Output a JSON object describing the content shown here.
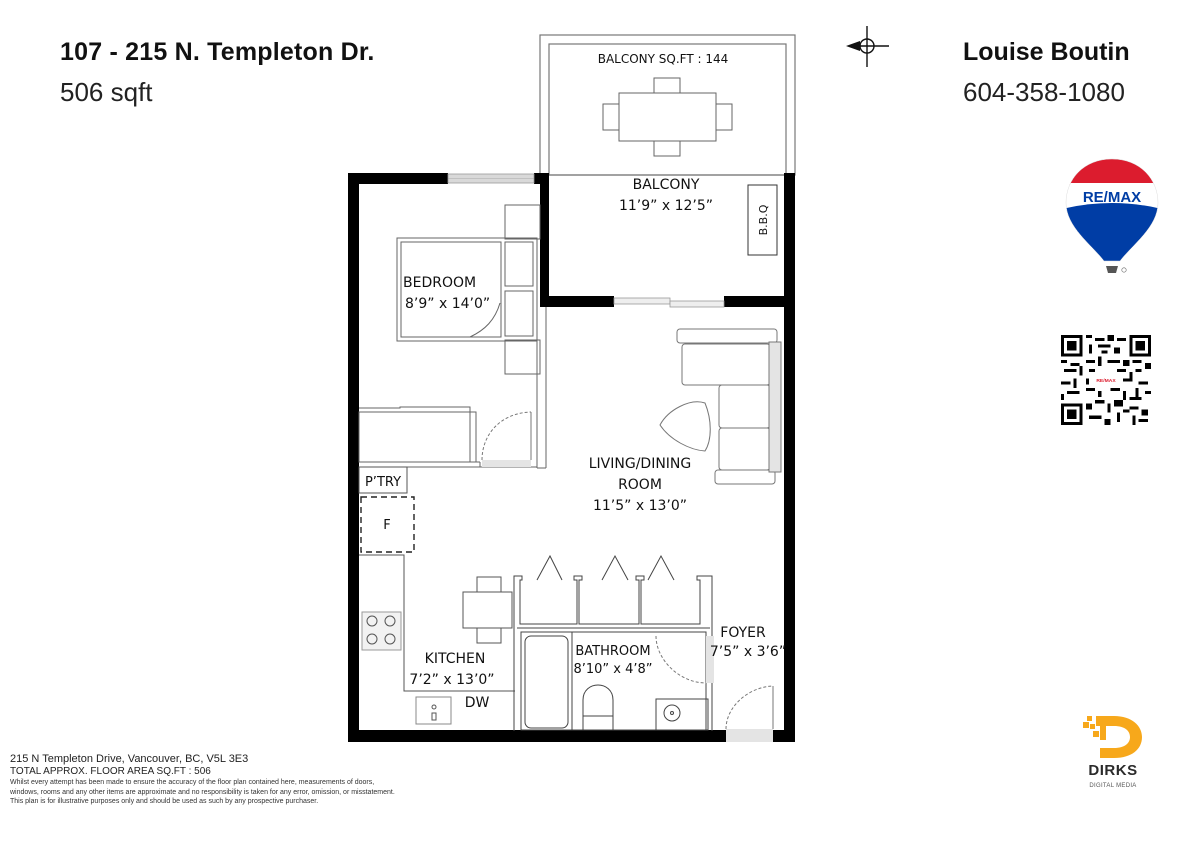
{
  "header": {
    "address_title": "107 - 215 N. Templeton Dr.",
    "area": "506 sqft"
  },
  "agent": {
    "name": "Louise Boutin",
    "phone": "604-358-1080"
  },
  "compass": {
    "icon": "north-arrow-icon"
  },
  "rooms": {
    "balcony_sqft": "BALCONY SQ.FT : 144",
    "balcony": {
      "label": "BALCONY",
      "dims": "11’9” x 12’5”"
    },
    "bbq": "B.B.Q",
    "bedroom": {
      "label": "BEDROOM",
      "dims": "8’9” x 14’0”"
    },
    "living": {
      "label_line1": "LIVING/DINING",
      "label_line2": "ROOM",
      "dims": "11’5” x 13’0”"
    },
    "pantry": "P’TRY",
    "fridge": "F",
    "kitchen": {
      "label": "KITCHEN",
      "dims": "7’2” x 13’0”"
    },
    "dishwasher": "DW",
    "bathroom": {
      "label": "BATHROOM",
      "dims": "8’10” x 4’8”"
    },
    "foyer": {
      "label": "FOYER",
      "dims": "7’5” x 3’6”"
    }
  },
  "footer": {
    "address": "215 N Templeton Drive, Vancouver, BC, V5L 3E3",
    "total_area": "TOTAL APPROX. FLOOR AREA SQ.FT : 506",
    "disclaimer_1": "Whilst every attempt has been made to ensure the accuracy of the floor plan contained here, measurements of doors,",
    "disclaimer_2": "windows, rooms and any other items are approximate and no responsibility is taken for any error, omission, or misstatement.",
    "disclaimer_3": "This plan is for illustrative purposes only and should be used as such by any prospective purchaser."
  },
  "logos": {
    "remax_text": "RE/MAX",
    "remax_colors": {
      "red": "#dc1c2e",
      "blue": "#003da5",
      "white": "#ffffff"
    },
    "qr_center_text": "RE/MAX",
    "dirks_word": "DIRKS",
    "dirks_sub": "DIGITAL MEDIA",
    "dirks_color": "#f7a81b"
  },
  "colors": {
    "wall": "#000000",
    "fixture_line": "#666666",
    "window_fill": "#e4e4e4"
  }
}
